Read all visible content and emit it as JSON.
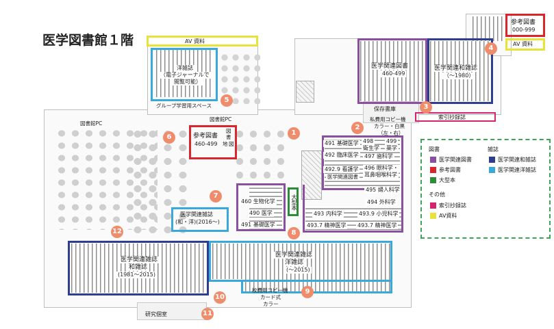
{
  "title": "医学図書館１階",
  "badges": [
    "1",
    "2",
    "3",
    "4",
    "5",
    "6",
    "7",
    "8",
    "9",
    "10",
    "11",
    "12"
  ],
  "labels": {
    "av_top": "AV 資料",
    "av_right": "AV 資料",
    "sanko_top_1": "参考図書",
    "sanko_top_2": "000-999",
    "yozasshi_1": "洋雑誌",
    "yozasshi_2": "（電子ジャーナルで",
    "yozasshi_3": "閲覧可能）",
    "group_space": "グループ学習用スペース",
    "med_books_1": "医学関連図書",
    "med_books_2": "460-499",
    "med_wa_1": "医学関連和雑誌",
    "med_wa_2": "（〜1980）",
    "hozon": "保存書庫",
    "copy_1": "私費用コピー機",
    "copy_2": "カラー・白黒",
    "copy_3": "（左・右）",
    "sakuin": "索引抄録誌",
    "toshokan_pc_left": "図書館PC",
    "toshokan_pc_mid": "図書館PC",
    "sanko_mid_1": "参考図書",
    "sanko_mid_2": "460-499",
    "zu": "図",
    "sho": "書",
    "chi": "地",
    "zu2": "図",
    "s491a": "491 基礎医学",
    "s498": "498",
    "s499": "499",
    "s498b": "衛生学",
    "s499b": "薬学",
    "s492": "492 臨床医学",
    "s497": "497 歯科学",
    "s4929": "492.9 看護学",
    "s4929b": "医学関連図書",
    "s496": "496 眼科学・",
    "s496b": "耳鼻咽喉科学",
    "s495": "495 婦人科学",
    "s494": "494 外科学",
    "s4939": "493.9 小児科学",
    "s4937": "493.7 精神医学",
    "s493": "493 内科学",
    "s4937b": "493.7 精神医学",
    "oogata": "大型本",
    "s460": "460 生物化学",
    "s490": "490 医学",
    "s491b": "491 基礎医学",
    "med_mixed_1": "医学関連雑誌",
    "med_mixed_2": "(和・洋)(2016〜)",
    "med_wa_big_1": "医学関連雑誌",
    "med_wa_big_2": "和雑誌",
    "med_wa_big_3": "(1981〜2015)",
    "med_yo_big_1": "医学関連雑誌",
    "med_yo_big_2": "洋雑誌",
    "med_yo_big_3": "(〜2015)",
    "copy_school_1": "校費用コピー機",
    "copy_school_2": "カード式",
    "copy_school_3": "カラー",
    "kenkyu": "研究個室"
  },
  "legend": {
    "books_header": "図書",
    "journals_header": "雑誌",
    "other_header": "その他",
    "items": [
      {
        "label": "医学関連図書",
        "color": "#8a4f9e"
      },
      {
        "label": "参考図書",
        "color": "#d9252b"
      },
      {
        "label": "大型本",
        "color": "#2e8b3a"
      },
      {
        "label": "医学関連和雑誌",
        "color": "#2e3e8f"
      },
      {
        "label": "医学関連洋雑誌",
        "color": "#3aa9d9"
      },
      {
        "label": "索引抄録誌",
        "color": "#d6236f"
      },
      {
        "label": "AV資料",
        "color": "#e8e23a"
      }
    ]
  },
  "colors": {
    "purple": "#8a4f9e",
    "red": "#d9252b",
    "green": "#2e8b3a",
    "navy": "#2e3e8f",
    "cyan": "#3aa9d9",
    "magenta": "#d6236f",
    "yellow": "#e8e23a",
    "badge": "#ef8c6c"
  }
}
